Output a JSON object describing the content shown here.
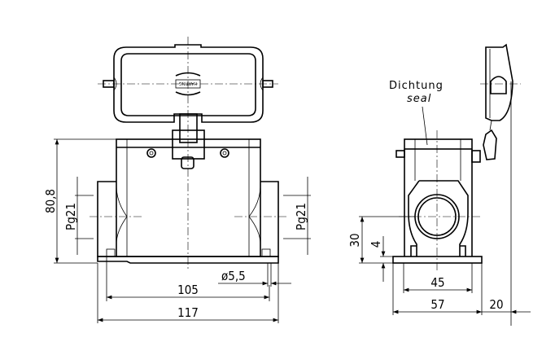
{
  "drawing": {
    "front_view": {
      "dimensions": {
        "height": "80,8",
        "thread_left": "Pg21",
        "thread_right": "Pg21",
        "hole_diameter": "ø5,5",
        "hole_spacing": "105",
        "overall_width": "117"
      },
      "logo_text": "HARTING"
    },
    "side_view": {
      "seal_label_de": "Dichtung",
      "seal_label_en": "seal",
      "dimensions": {
        "axis_height": "30",
        "base_thickness": "4",
        "hole_spacing": "45",
        "overall_depth": "57",
        "lid_offset": "20"
      }
    }
  }
}
